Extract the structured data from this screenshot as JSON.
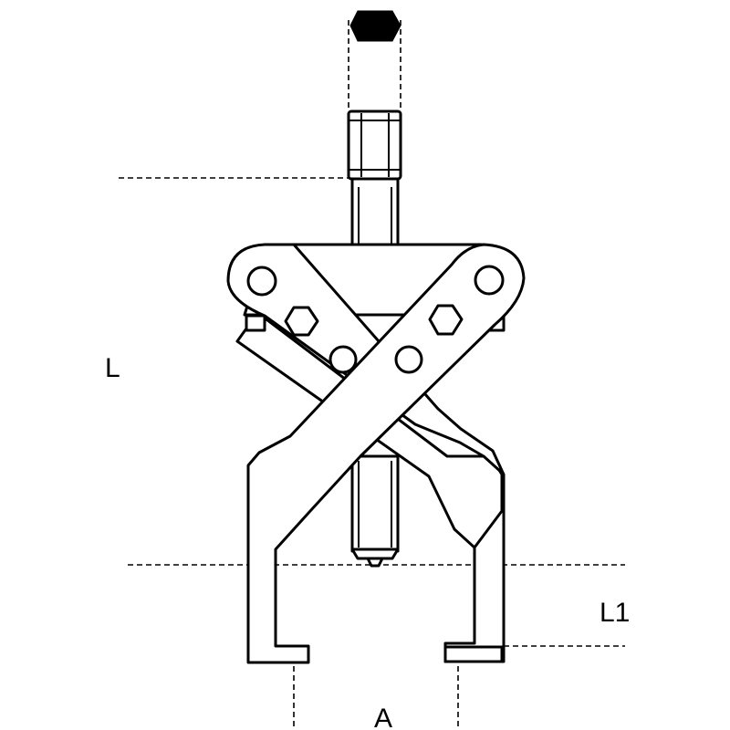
{
  "dimensions": {
    "overall_length": "L",
    "jaw_depth": "L1",
    "jaw_opening": "A"
  },
  "icons": [
    "hex-nut-icon"
  ]
}
